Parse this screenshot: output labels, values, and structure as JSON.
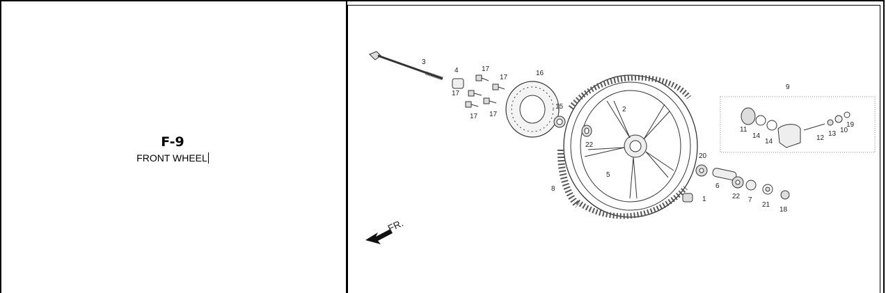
{
  "section": {
    "code": "F-9",
    "title": "FRONT WHEEL"
  },
  "diagram": {
    "direction_label": "FR.",
    "part_numbers": [
      "1",
      "2",
      "3",
      "4",
      "5",
      "6",
      "7",
      "8",
      "9",
      "10",
      "11",
      "12",
      "13",
      "14",
      "14",
      "15",
      "16",
      "17",
      "17",
      "17",
      "17",
      "17",
      "18",
      "19",
      "20",
      "21",
      "22",
      "22"
    ]
  }
}
